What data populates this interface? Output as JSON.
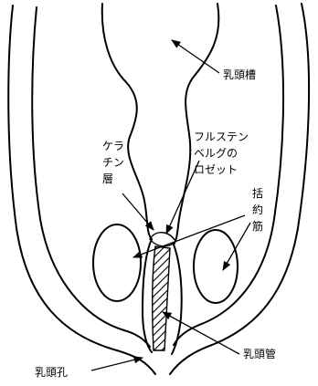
{
  "labels": {
    "teat_cistern": "乳頭槽",
    "keratin_layer_line1": "ケラ",
    "keratin_layer_line2": "チン",
    "keratin_layer_line3": "層",
    "furstenberg_line1": "フルステン",
    "furstenberg_line2": "ベルグの",
    "furstenberg_line3": "ロゼット",
    "sphincter_line1": "括",
    "sphincter_line2": "約",
    "sphincter_line3": "筋",
    "teat_orifice": "乳頭孔",
    "teat_canal": "乳頭管"
  },
  "colors": {
    "ink": "#000000",
    "background": "#ffffff"
  }
}
